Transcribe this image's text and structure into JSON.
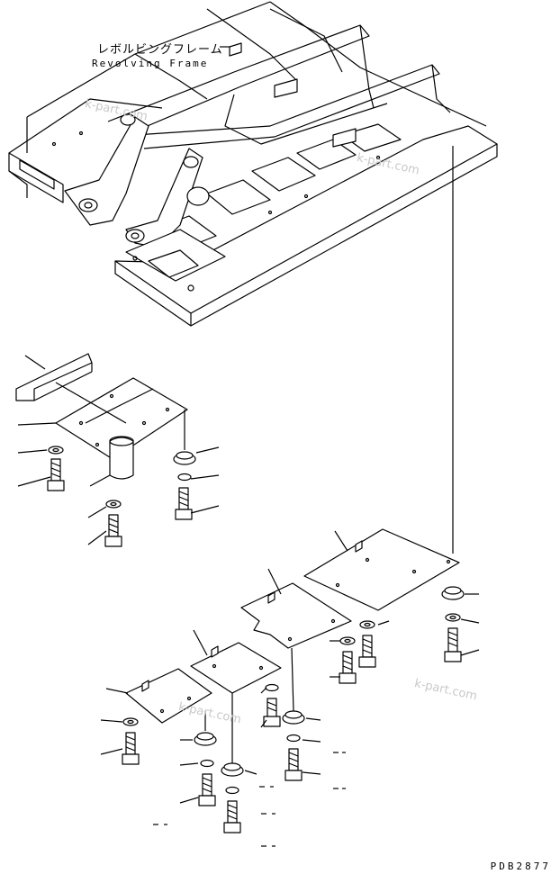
{
  "frame": {
    "label_jp": "レボルビングフレーム",
    "label_en": "Revolving Frame"
  },
  "drawing_code": "PDB2877",
  "watermarks": [
    "k-part.com",
    "k-part.com",
    "k-part.com",
    "k-part.com"
  ]
}
